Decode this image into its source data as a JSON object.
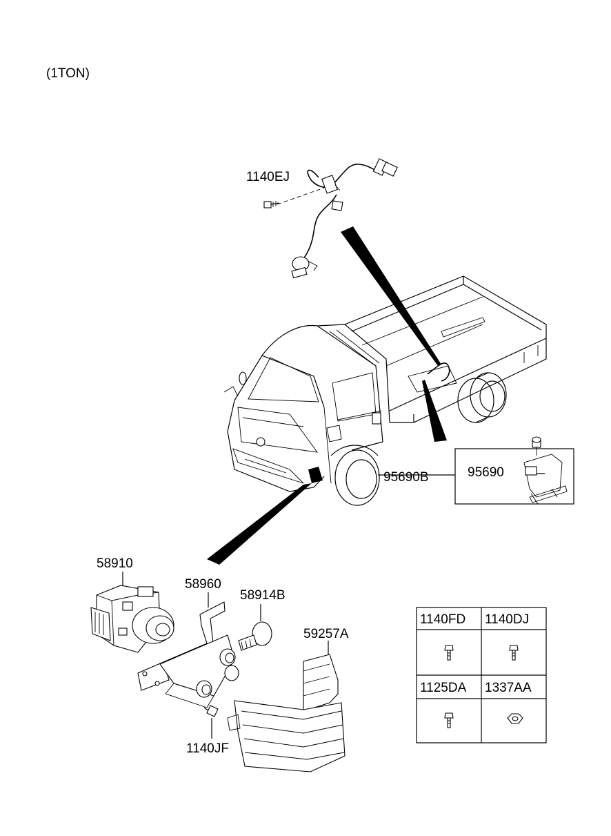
{
  "variant_label": "(1TON)",
  "callouts": {
    "c1140EJ": "1140EJ",
    "c95690B": "95690B",
    "c95690": "95690",
    "c58910": "58910",
    "c58960": "58960",
    "c58914B": "58914B",
    "c59257A": "59257A",
    "c1140JF": "1140JF"
  },
  "fastener_table": {
    "cells": [
      {
        "code": "1140FD",
        "icon": "bolt-icon"
      },
      {
        "code": "1140DJ",
        "icon": "bolt-icon"
      },
      {
        "code": "1125DA",
        "icon": "bolt-icon"
      },
      {
        "code": "1337AA",
        "icon": "nut-icon"
      }
    ]
  }
}
